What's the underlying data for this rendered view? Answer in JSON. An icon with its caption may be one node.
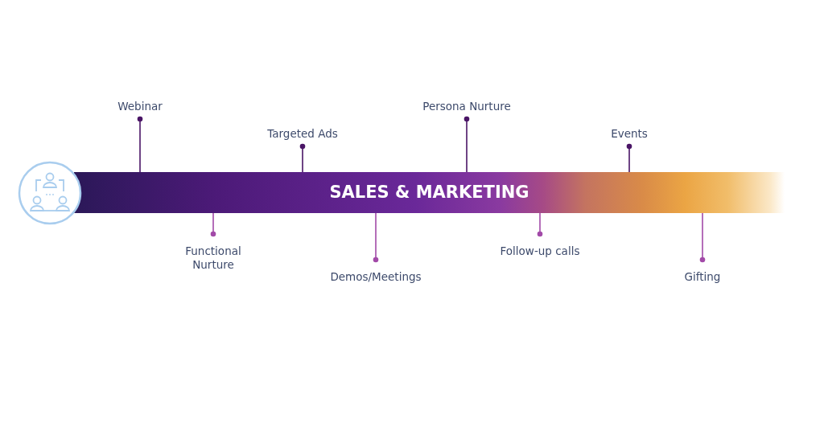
{
  "diagram": {
    "nodes": [
      {
        "text": [
          "Webinar"
        ]
      },
      {
        "text": [
          "Targeted Ads"
        ]
      },
      {
        "text": [
          "Persona Nurture"
        ]
      },
      {
        "text": [
          "Events"
        ]
      },
      {
        "text": [
          "SALES & MARKETING"
        ]
      },
      {
        "text": [
          "Functional Nurture"
        ]
      },
      {
        "text": [
          "Demos/Meetings"
        ]
      },
      {
        "text": [
          "Follow-up calls"
        ]
      },
      {
        "text": [
          "Gifting"
        ]
      }
    ],
    "edges": [
      {
        "from": 0,
        "to": 4,
        "arrow": "other",
        "color": "#4a1566"
      },
      {
        "from": 1,
        "to": 4,
        "arrow": "other",
        "color": "#4a1566"
      },
      {
        "from": 2,
        "to": 4,
        "arrow": "other",
        "color": "#4a1566"
      },
      {
        "from": 3,
        "to": 4,
        "arrow": "other",
        "color": "#4a1566"
      },
      {
        "from": 5,
        "to": 4,
        "arrow": "other",
        "color": "#a24aa8"
      },
      {
        "from": 6,
        "to": 4,
        "arrow": "other",
        "color": "#a24aa8"
      },
      {
        "from": 7,
        "to": 4,
        "arrow": "other",
        "color": "#a24aa8"
      },
      {
        "from": 8,
        "to": 4,
        "arrow": "other",
        "color": "#a24aa8"
      }
    ]
  }
}
